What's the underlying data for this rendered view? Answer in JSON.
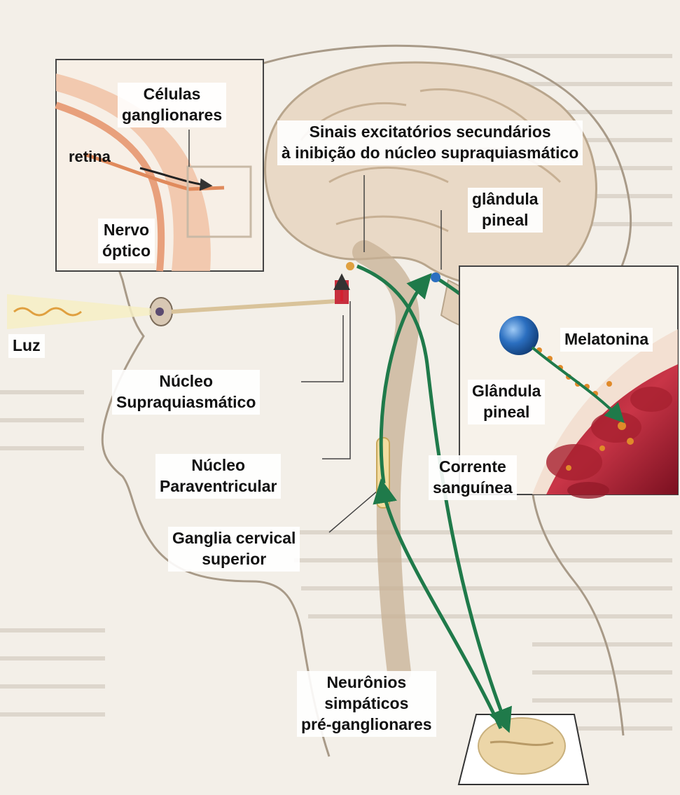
{
  "labels": {
    "celulas_ganglionares": [
      "Células",
      "ganglionares"
    ],
    "retina": "retina",
    "nervo_optico": [
      "Nervo",
      "óptico"
    ],
    "sinais": [
      "Sinais excitatórios secundários",
      "à inibição do núcleo supraquiasmático"
    ],
    "glandula_pineal_top": [
      "glândula",
      "pineal"
    ],
    "luz": "Luz",
    "melatonina": "Melatonina",
    "nucleo_supraquiasmatico": [
      "Núcleo",
      "Supraquiasmático"
    ],
    "glandula_pineal_inset": [
      "Glândula",
      "pineal"
    ],
    "nucleo_paraventricular": [
      "Núcleo",
      "Paraventricular"
    ],
    "corrente_sanguinea": [
      "Corrente",
      "sanguínea"
    ],
    "ganglia_cervical": [
      "Ganglia cervical",
      "superior"
    ],
    "neuronios": [
      "Neurônios",
      "simpáticos",
      "pré-ganglionares"
    ]
  },
  "colors": {
    "pathway_arrow": "#1f7a4a",
    "pineal_gland": "#2b6fc0",
    "blood_vessel": "#b52a3a",
    "melatonin_dots": "#e08a2a",
    "skin_outline": "#a89a88",
    "brain_fill": "#e9d9c6"
  }
}
